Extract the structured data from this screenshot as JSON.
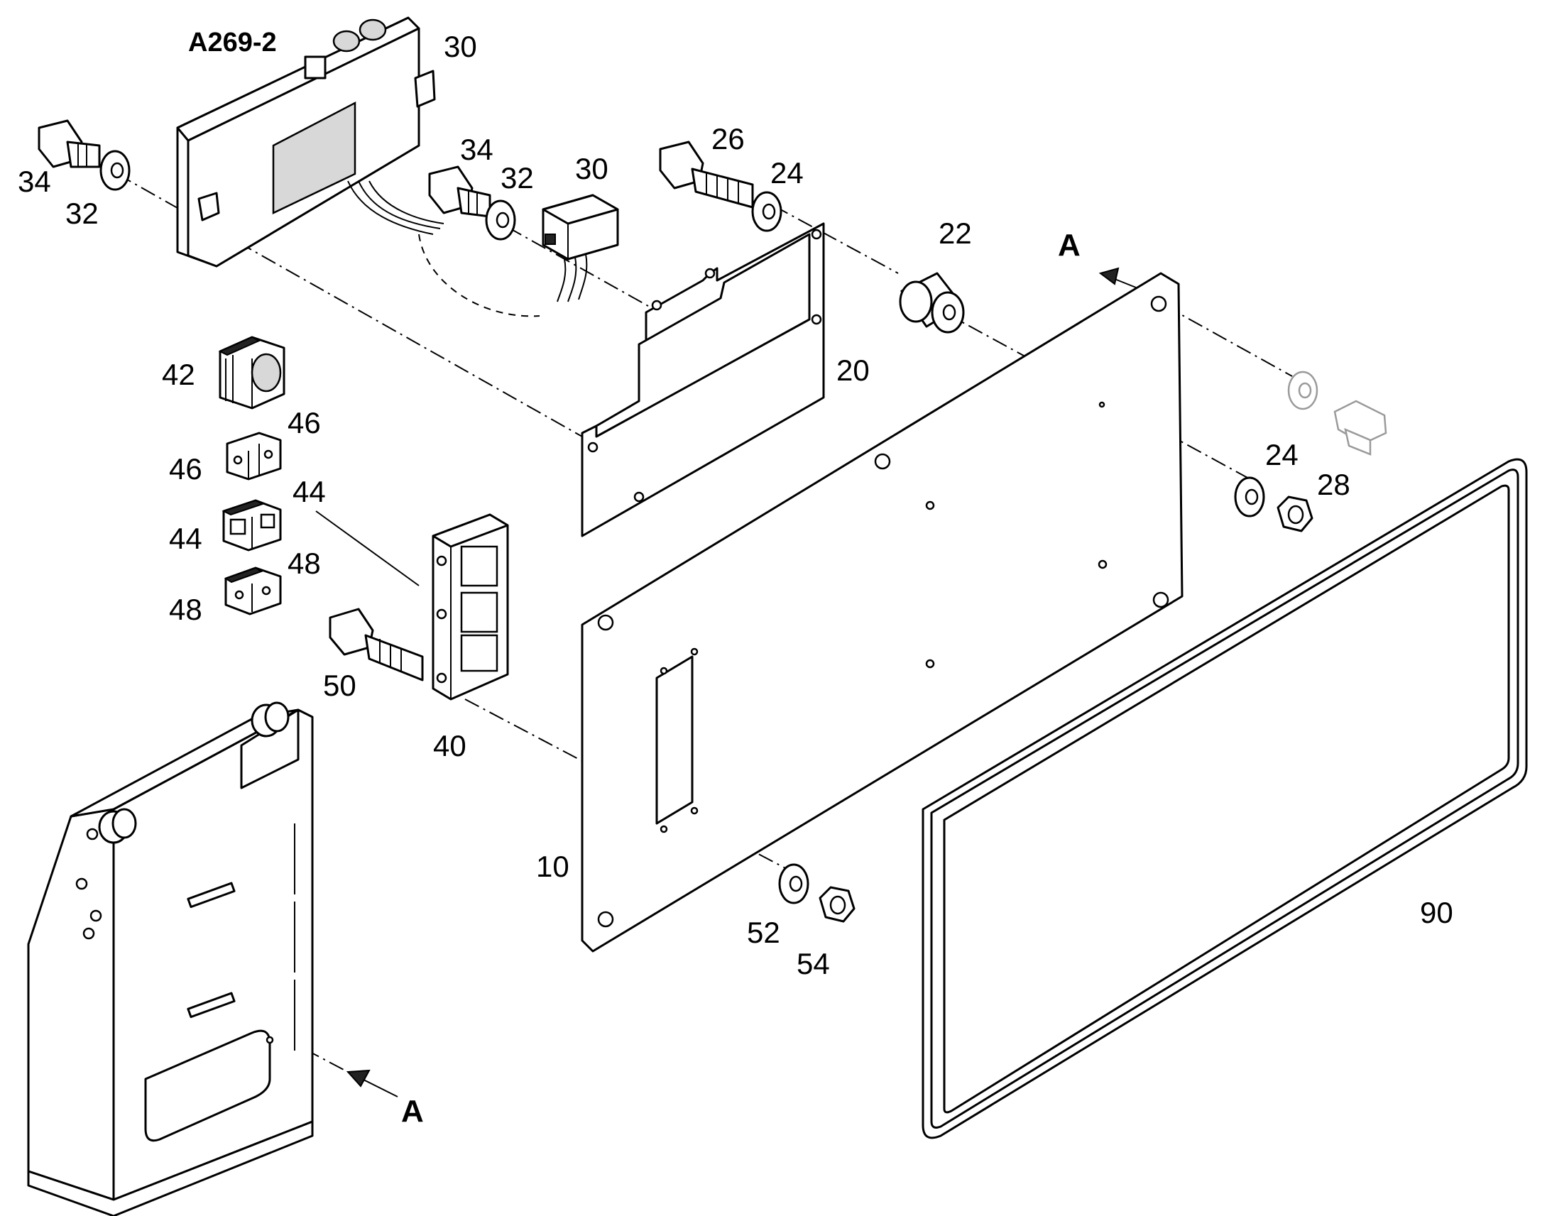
{
  "drawing_id": "A269-2",
  "section_marker": "A",
  "labels": {
    "l10": "10",
    "l20": "20",
    "l22": "22",
    "l24a": "24",
    "l24b": "24",
    "l26": "26",
    "l28": "28",
    "l30a": "30",
    "l30b": "30",
    "l32a": "32",
    "l32b": "32",
    "l34a": "34",
    "l34b": "34",
    "l40": "40",
    "l42": "42",
    "l44a": "44",
    "l44b": "44",
    "l46a": "46",
    "l46b": "46",
    "l48a": "48",
    "l48b": "48",
    "l50": "50",
    "l52": "52",
    "l54": "54",
    "l90": "90"
  }
}
